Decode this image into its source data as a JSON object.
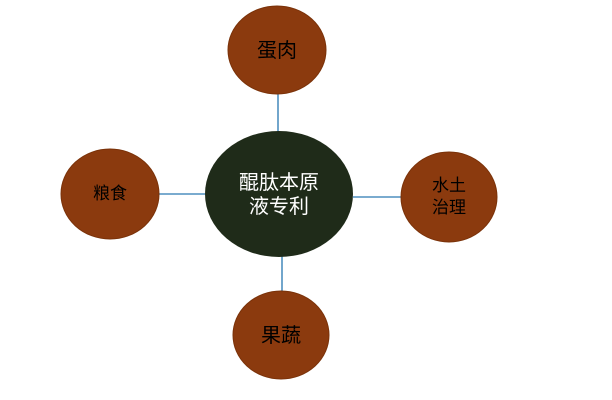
{
  "diagram": {
    "hub": {
      "line1": "醌肽本原",
      "line2": "液专利"
    },
    "nodes": {
      "top": {
        "label": "蛋肉"
      },
      "left": {
        "label": "粮食"
      },
      "right": {
        "line1": "水土",
        "line2": "治理"
      },
      "bottom": {
        "label": "果蔬"
      }
    },
    "colors": {
      "hub_fill": "#1f2b19",
      "node_fill": "#8b3a0e",
      "node_stroke": "#7a3209",
      "connector": "#4f8fbf"
    }
  }
}
